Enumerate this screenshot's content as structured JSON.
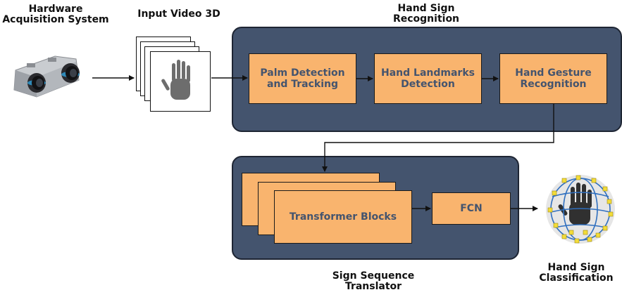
{
  "labels": {
    "hardware": "Hardware Acquisition System",
    "input_video": "Input Video 3D",
    "recognition": "Hand Sign Recognition",
    "translator": "Sign Sequence Translator",
    "classification": "Hand Sign Classification"
  },
  "boxes": {
    "palm": "Palm Detection and Tracking",
    "landmarks": "Hand Landmarks Detection",
    "gesture": "Hand Gesture Recognition",
    "transformer": "Transformer Blocks",
    "fcn": "FCN"
  },
  "colors": {
    "panel": "#44546e",
    "box": "#f9b46e",
    "box_text": "#44546e"
  }
}
